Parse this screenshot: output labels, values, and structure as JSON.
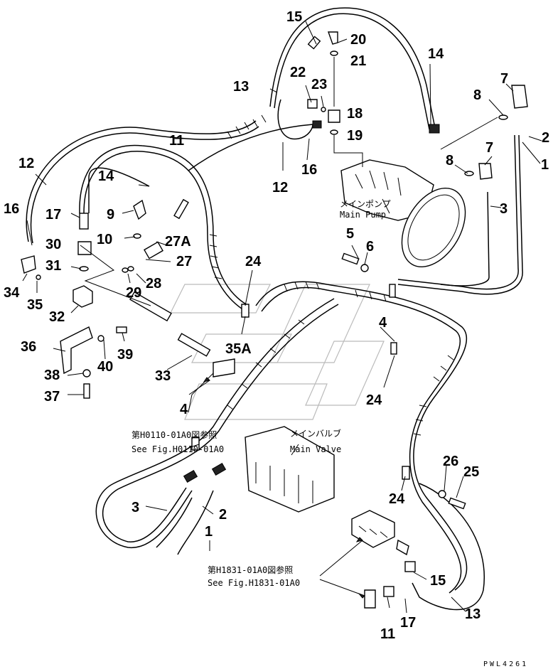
{
  "callouts": {
    "c1a": "1",
    "c1b": "1",
    "c2a": "2",
    "c2b": "2",
    "c3a": "3",
    "c3b": "3",
    "c4a": "4",
    "c4b": "4",
    "c5": "5",
    "c6": "6",
    "c7a": "7",
    "c7b": "7",
    "c8a": "8",
    "c8b": "8",
    "c9": "9",
    "c10": "10",
    "c11a": "11",
    "c11b": "11",
    "c12a": "12",
    "c12b": "12",
    "c13a": "13",
    "c13b": "13",
    "c14a": "14",
    "c14b": "14",
    "c15a": "15",
    "c15b": "15",
    "c16a": "16",
    "c16b": "16",
    "c17a": "17",
    "c17b": "17",
    "c18": "18",
    "c19": "19",
    "c20": "20",
    "c21": "21",
    "c22": "22",
    "c23": "23",
    "c24a": "24",
    "c24b": "24",
    "c24c": "24",
    "c25": "25",
    "c26": "26",
    "c27": "27",
    "c27a": "27A",
    "c28": "28",
    "c29": "29",
    "c30": "30",
    "c31": "31",
    "c32": "32",
    "c33": "33",
    "c34": "34",
    "c35": "35",
    "c35a": "35A",
    "c36": "36",
    "c37": "37",
    "c38": "38",
    "c39": "39",
    "c40": "40"
  },
  "labels": {
    "main_pump_jp": "メインポンプ",
    "main_pump_en": "Main Pump",
    "main_valve_jp": "メインバルブ",
    "main_valve_en": "Main Valve",
    "ref1_jp": "第H0110-01A0図参照",
    "ref1_en": "See Fig.H0110-01A0",
    "ref2_jp": "第H1831-01A0図参照",
    "ref2_en": "See Fig.H1831-01A0"
  },
  "drawing_code": "PWL4261"
}
